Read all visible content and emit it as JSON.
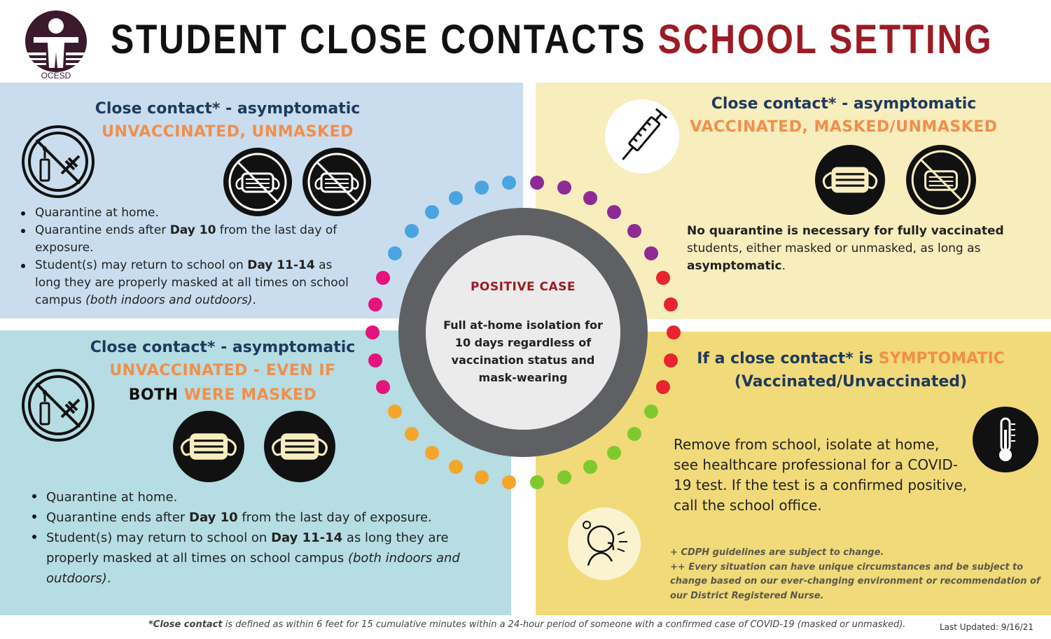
{
  "header": {
    "logo_label": "OCESD",
    "title_part1": "STUDENT CLOSE CONTACTS",
    "title_part2": "SCHOOL SETTING"
  },
  "colors": {
    "brand_purple": "#3a1a2c",
    "accent_red": "#9b1c24",
    "accent_orange": "#f28e4a",
    "navy": "#1f3a5c"
  },
  "top_left": {
    "heading": "Close contact* - asymptomatic",
    "subheading": "UNVACCINATED, UNMASKED",
    "icons": [
      "no-vaccine-icon",
      "no-mask-icon",
      "no-mask-icon"
    ],
    "bullets": [
      {
        "pre": "Quarantine at home.",
        "bold": "",
        "post": "",
        "ital": "",
        "end": ""
      },
      {
        "pre": "Quarantine ends after ",
        "bold": "Day 10",
        "post": " from the last day of exposure.",
        "ital": "",
        "end": ""
      },
      {
        "pre": "Student(s) may return to school on ",
        "bold": "Day 11-14",
        "post": " as long they are properly masked at all times on school campus ",
        "ital": "(both indoors and outdoors)",
        "end": "."
      }
    ]
  },
  "top_right": {
    "heading": "Close contact* - asymptomatic",
    "subheading": "VACCINATED, MASKED/UNMASKED",
    "icons": [
      "syringe-icon",
      "mask-icon",
      "no-mask-icon"
    ],
    "body_bold": "No quarantine is necessary for fully vaccinated",
    "body_text": "students, either masked or unmasked, as long as",
    "body_bold2": "asymptomatic",
    "body_end": "."
  },
  "bottom_left": {
    "heading": "Close contact* - asymptomatic",
    "subheading_line1": "UNVACCINATED - EVEN IF",
    "subheading_black": "BOTH",
    "subheading_line2": "WERE MASKED",
    "icons": [
      "no-vaccine-icon",
      "mask-icon",
      "mask-icon"
    ],
    "bullets": [
      {
        "pre": "Quarantine at home.",
        "bold": "",
        "post": "",
        "ital": "",
        "end": ""
      },
      {
        "pre": "Quarantine ends after ",
        "bold": "Day 10",
        "post": " from the last day of exposure.",
        "ital": "",
        "end": ""
      },
      {
        "pre": "Student(s) may return to school on ",
        "bold": "Day 11-14",
        "post": " as long they are properly masked at all times on school campus ",
        "ital": "(both indoors and outdoors)",
        "end": "."
      }
    ]
  },
  "bottom_right": {
    "heading_pre": "If a close contact* is",
    "heading_highlight": "SYMPTOMATIC",
    "heading_line2": "(Vaccinated/Unvaccinated)",
    "icons": [
      "thermometer-icon",
      "sick-person-icon"
    ],
    "body": "Remove from school, isolate at home, see healthcare professional for a COVID-19 test. If the test is a confirmed positive, call the school office.",
    "notes": [
      "+ CDPH guidelines are subject to change.",
      "++ Every situation can have unique circumstances and be subject to change based on our ever-changing environment or recommendation of our District Registered Nurse."
    ]
  },
  "center": {
    "title": "POSITIVE CASE",
    "text": "Full at-home isolation for 10 days regardless of vaccination status and mask-wearing"
  },
  "footer": {
    "footnote_bold": "*Close contact",
    "footnote_rest": " is defined as within 6 feet for 15 cumulative minutes within a 24-hour period of someone with a confirmed case of COVID-19 (masked or unmasked).",
    "last_updated": "Last Updated: 9/16/21"
  }
}
